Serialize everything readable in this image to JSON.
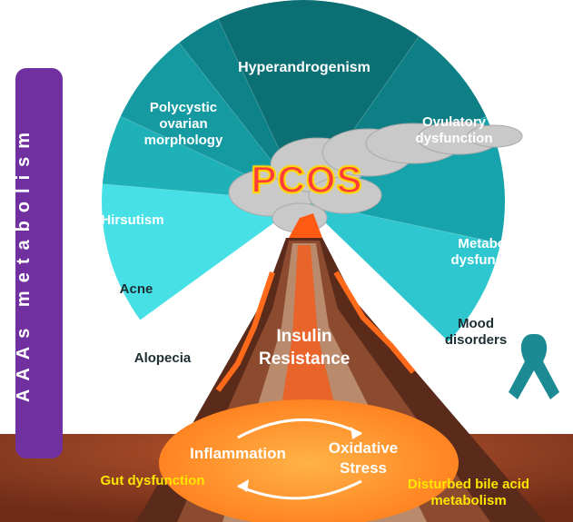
{
  "sidebar": {
    "label": "AAAs metabolism"
  },
  "center": {
    "title": "PCOS"
  },
  "wheel": {
    "segments": [
      {
        "label": "Hyperandrogenism",
        "color": "#0c6f73"
      },
      {
        "label": "Ovulatory dysfunction",
        "color": "#0f7f86"
      },
      {
        "label": "Metabolic dysfunction",
        "color": "#17a3ab"
      },
      {
        "label": "Mood disorders",
        "color": "#2ec7d0"
      },
      {
        "label": "Alopecia",
        "color": "#47e0e6"
      },
      {
        "label": "Acne",
        "color": "#1fb1b8"
      },
      {
        "label": "Hirsutism",
        "color": "#169aa2"
      },
      {
        "label": "Polycystic ovarian morphology",
        "color": "#0e8289"
      }
    ]
  },
  "volcano": {
    "insulin": "Insulin Resistance",
    "inflammation": "Inflammation",
    "oxidative": "Oxidative Stress"
  },
  "bottom": {
    "gut": "Gut dysfunction",
    "bile": "Disturbed bile acid metabolism"
  },
  "colors": {
    "ribbon": "#1b8a93",
    "ground": "#8a3b24",
    "sidebar": "#7030a0",
    "title_fill": "#ff3b3b",
    "title_stroke": "#ffd400"
  }
}
